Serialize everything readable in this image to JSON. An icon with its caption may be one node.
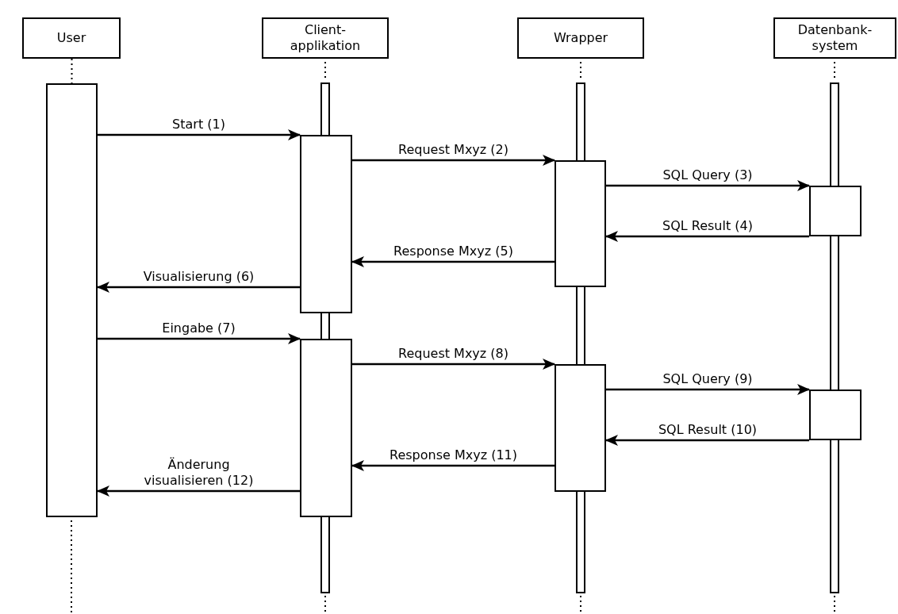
{
  "diagram": {
    "nodes": [
      {
        "text": [
          "User"
        ]
      },
      {
        "text": [
          "Client-applikation"
        ]
      },
      {
        "text": [
          "Wrapper"
        ]
      },
      {
        "text": [
          "Datenbank-system"
        ]
      },
      {
        "text": [],
        "shape": "bar"
      },
      {
        "text": [],
        "shape": "bar"
      },
      {
        "text": [],
        "shape": "bar"
      },
      {
        "text": [],
        "shape": "bar"
      },
      {
        "text": [],
        "shape": "bar"
      },
      {
        "text": [],
        "shape": "bar"
      },
      {
        "text": [],
        "shape": "bar"
      }
    ],
    "edges": [
      {
        "from": 4,
        "to": 5,
        "arrow": "to",
        "label": "Start (1)"
      },
      {
        "from": 5,
        "to": 7,
        "arrow": "to",
        "label": "Request Mxyz (2)"
      },
      {
        "from": 7,
        "to": 9,
        "arrow": "to",
        "label": "SQL Query (3)"
      },
      {
        "from": 9,
        "to": 7,
        "arrow": "to",
        "label": "SQL Result (4)"
      },
      {
        "from": 7,
        "to": 5,
        "arrow": "to",
        "label": "Response Mxyz (5)"
      },
      {
        "from": 5,
        "to": 4,
        "arrow": "to",
        "label": "Visualisierung (6)"
      },
      {
        "from": 4,
        "to": 6,
        "arrow": "to",
        "label": "Eingabe (7)"
      },
      {
        "from": 6,
        "to": 8,
        "arrow": "to",
        "label": "Request Mxyz (8)"
      },
      {
        "from": 8,
        "to": 10,
        "arrow": "to",
        "label": "SQL Query (9)"
      },
      {
        "from": 10,
        "to": 8,
        "arrow": "to",
        "label": "SQL Result (10)"
      },
      {
        "from": 8,
        "to": 6,
        "arrow": "to",
        "label": "Response Mxyz (11)"
      },
      {
        "from": 6,
        "to": 4,
        "arrow": "to",
        "label": "Änderung visualisieren (12)"
      },
      {
        "from": 0,
        "to": 4,
        "arrow": "none",
        "style": "dashed"
      }
    ]
  }
}
